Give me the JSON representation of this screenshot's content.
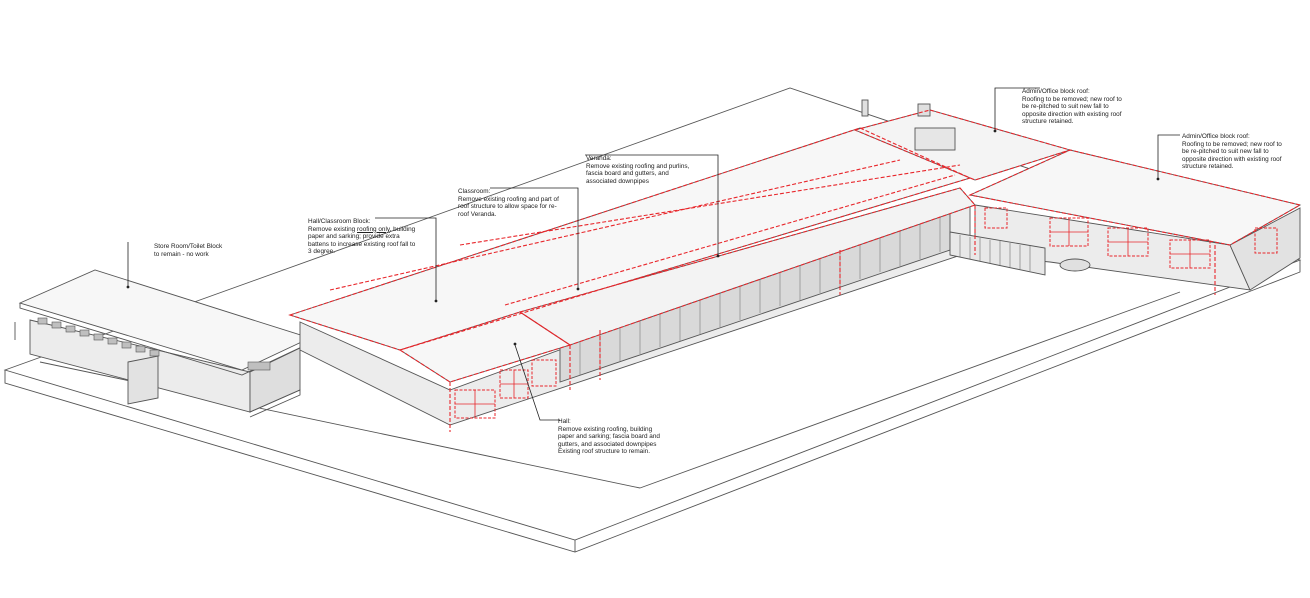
{
  "colors": {
    "existing_line": "#555555",
    "demolition_line": "#e8262b",
    "roof_fill": "#f7f7f7",
    "wall_fill": "#ececec",
    "glazing_fill": "#d9d9d9"
  },
  "annotations": {
    "store_room": {
      "title": "Store Room/Toilet Block",
      "lines": [
        "to remain - no work"
      ]
    },
    "hall_classroom": {
      "title": "Hall/Classroom Block:",
      "line1_pre": "Remove existing ",
      "line1_underlined": "roofing only",
      "line1_post": ", building",
      "lines": [
        "paper and sarking; provide extra",
        "battens to increase existing roof fall to",
        "3 degree."
      ]
    },
    "classroom": {
      "title": "Classroom:",
      "lines": [
        "Remove existing roofing and part of",
        "roof structure to allow space for re-",
        "roof Veranda."
      ]
    },
    "veranda": {
      "title": "Veranda:",
      "lines": [
        "Remove existing roofing and purlins,",
        "fascia board and gutters, and",
        "associated downpipes"
      ]
    },
    "hall": {
      "title": "Hall:",
      "lines": [
        "Remove existing roofing, building",
        "paper and sarking; fascia board and",
        "gutters, and associated downpipes",
        "Existing roof structure to remain."
      ]
    },
    "admin_top": {
      "title": "Admin/Office block roof:",
      "lines": [
        "Roofing to be removed; new roof to",
        "be re-pitched to suit new fall to",
        "opposite direction with existing roof",
        "structure retained."
      ]
    },
    "admin_right": {
      "title": "Admin/Office block roof:",
      "lines": [
        "Roofing to be removed; new roof to",
        "be re-pitched to suit new fall to",
        "opposite direction with existing roof",
        "structure retained."
      ]
    }
  }
}
